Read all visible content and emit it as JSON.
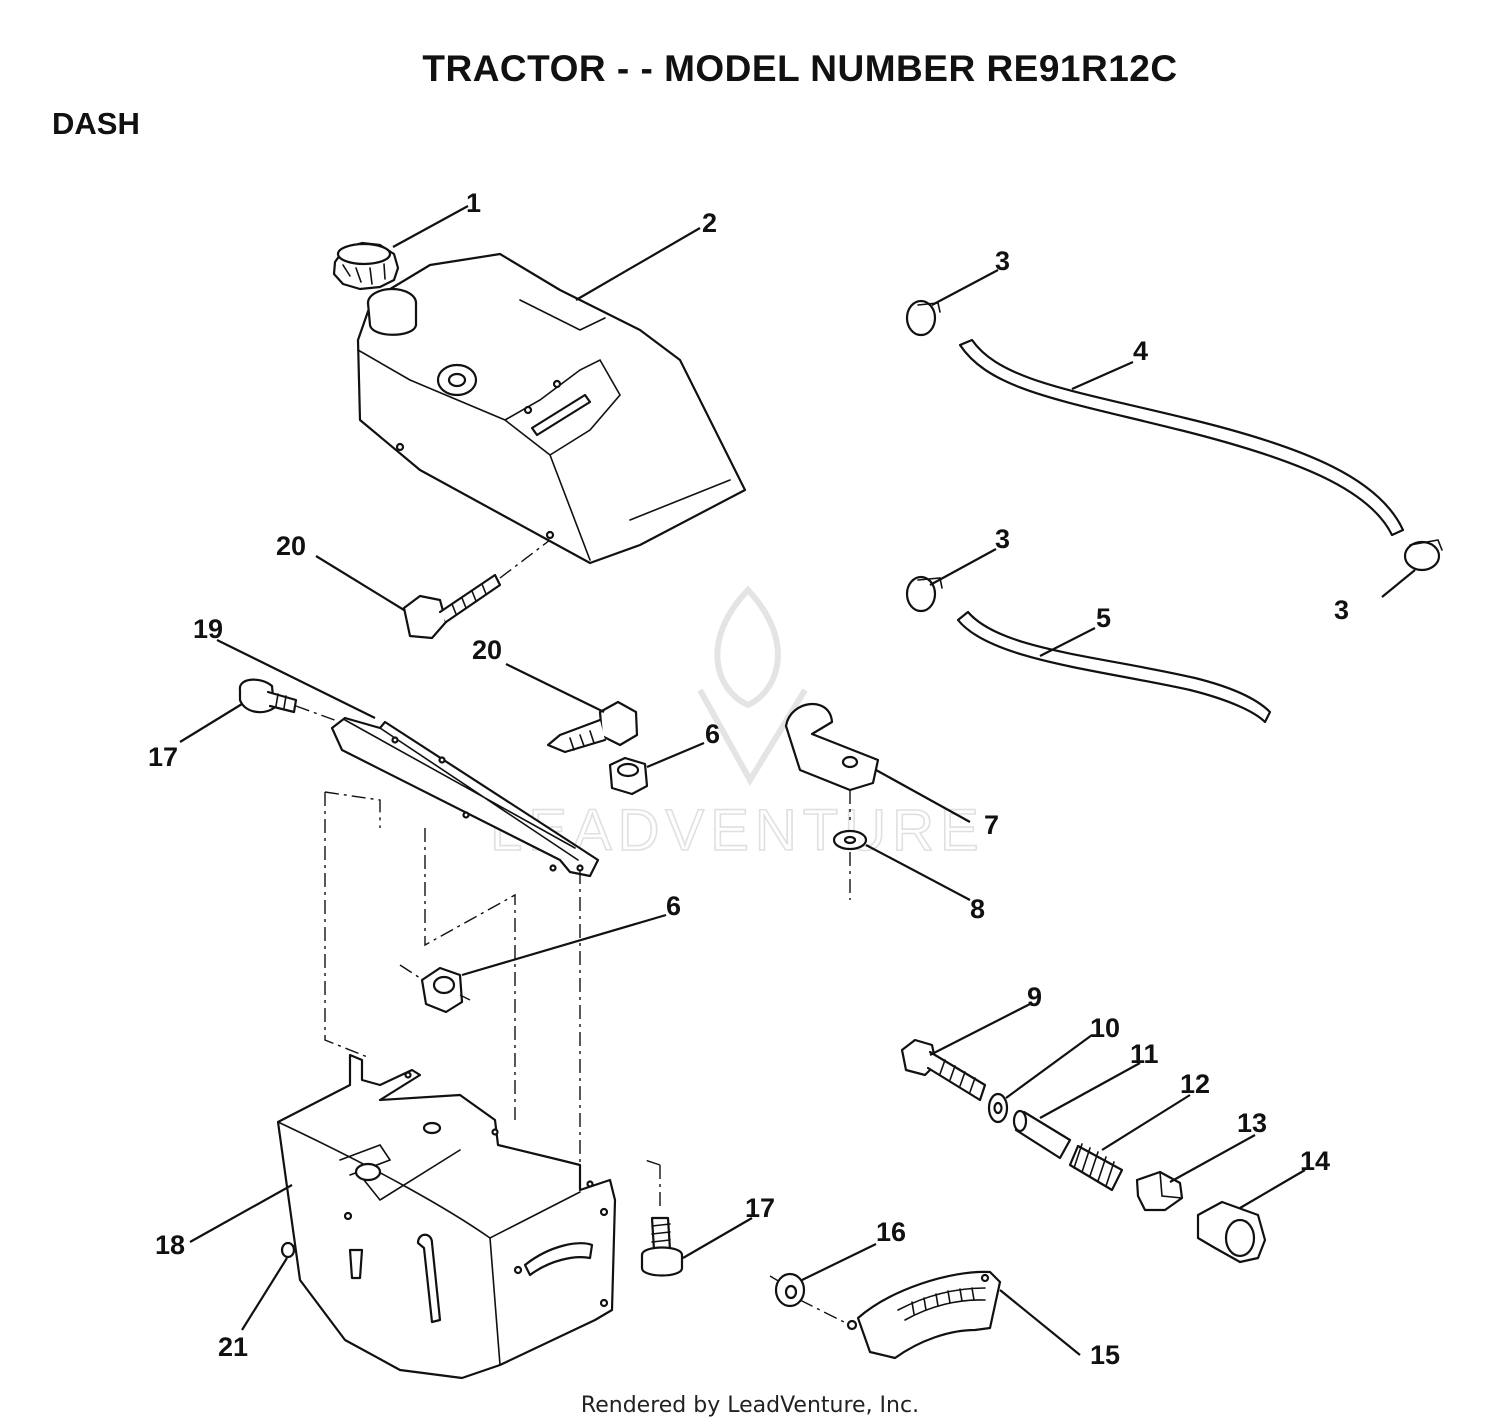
{
  "header": {
    "title": "TRACTOR - - MODEL NUMBER RE91R12C",
    "section": "DASH"
  },
  "callouts": [
    {
      "id": "c1",
      "label": "1"
    },
    {
      "id": "c2",
      "label": "2"
    },
    {
      "id": "c3a",
      "label": "3"
    },
    {
      "id": "c3b",
      "label": "3"
    },
    {
      "id": "c3c",
      "label": "3"
    },
    {
      "id": "c4",
      "label": "4"
    },
    {
      "id": "c5",
      "label": "5"
    },
    {
      "id": "c6a",
      "label": "6"
    },
    {
      "id": "c6b",
      "label": "6"
    },
    {
      "id": "c7",
      "label": "7"
    },
    {
      "id": "c8",
      "label": "8"
    },
    {
      "id": "c9",
      "label": "9"
    },
    {
      "id": "c10",
      "label": "10"
    },
    {
      "id": "c11",
      "label": "11"
    },
    {
      "id": "c12",
      "label": "12"
    },
    {
      "id": "c13",
      "label": "13"
    },
    {
      "id": "c14",
      "label": "14"
    },
    {
      "id": "c15",
      "label": "15"
    },
    {
      "id": "c16",
      "label": "16"
    },
    {
      "id": "c17a",
      "label": "17"
    },
    {
      "id": "c17b",
      "label": "17"
    },
    {
      "id": "c18",
      "label": "18"
    },
    {
      "id": "c19",
      "label": "19"
    },
    {
      "id": "c20a",
      "label": "20"
    },
    {
      "id": "c20b",
      "label": "20"
    },
    {
      "id": "c21",
      "label": "21"
    }
  ],
  "watermark": {
    "text": "LEADVENTURE",
    "icon": "flame-v-logo-icon",
    "color": "#e0e0e0"
  },
  "footer": {
    "text": "Rendered by LeadVenture, Inc."
  }
}
